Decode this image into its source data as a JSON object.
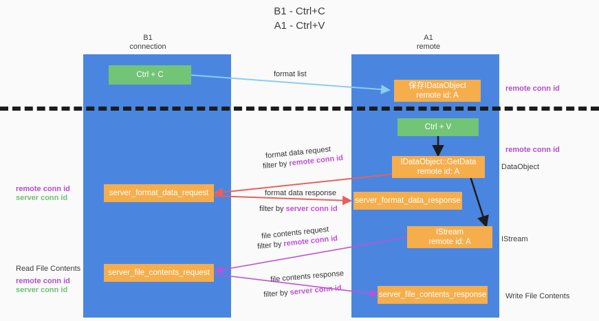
{
  "title": "B1 - Ctrl+C\nA1 - Ctrl+V",
  "colors": {
    "lane": "#4a86e0",
    "node_green": "#72c477",
    "node_orange": "#f6ad4c",
    "remote_conn_id": "#c24fd6",
    "server_conn_id": "#6fbf73",
    "arrow_format_list": "#8ecbf0",
    "arrow_format_data": "#e8605d",
    "arrow_file_contents": "#c24fd6",
    "arrow_black": "#1c1c1c",
    "separator": "#1c1c1c",
    "background": "#fafafa"
  },
  "lanes": [
    {
      "id": "b1",
      "title": "B1\nconnection"
    },
    {
      "id": "a1",
      "title": "A1\nremote"
    }
  ],
  "nodes": {
    "ctrl_c": "Ctrl + C",
    "ctrl_v": "Ctrl + V",
    "save_idataobject": "保存IDataObject\nremote id: A",
    "idataobject_getdata": "IDataObject::GetData\nremote id: A",
    "istream": "IStream\nremote id: A",
    "server_format_data_request": "server_format_data_request",
    "server_format_data_response": "server_format_data_response",
    "server_file_contents_request": "server_file_contents_request",
    "server_file_contents_response": "server_file_contents_response"
  },
  "connections": {
    "format_list": "format list",
    "format_data_request": "format data request",
    "format_data_request_filter_prefix": "filter by ",
    "format_data_request_filter_key": "remote conn id",
    "format_data_response": "format data response",
    "format_data_response_filter_prefix": "filter by ",
    "format_data_response_filter_key": "server conn id",
    "file_contents_request": "file contents request",
    "file_contents_request_filter_prefix": "filter by ",
    "file_contents_request_filter_key": "remote conn id",
    "file_contents_response": "file contents response",
    "file_contents_response_filter_prefix": "filter by ",
    "file_contents_response_filter_key": "server conn id"
  },
  "annotations": {
    "right_remote_conn_id_top": "remote conn id",
    "right_remote_conn_id_mid": "remote conn id",
    "right_dataobject": "DataObject",
    "right_istream": "IStream",
    "right_write_file_contents": "Write File Contents",
    "left_remote_conn_id": "remote conn id",
    "left_server_conn_id": "server conn id",
    "left_read_file_contents": "Read File Contents",
    "left_remote_conn_id_2": "remote conn id",
    "left_server_conn_id_2": "server conn id"
  }
}
